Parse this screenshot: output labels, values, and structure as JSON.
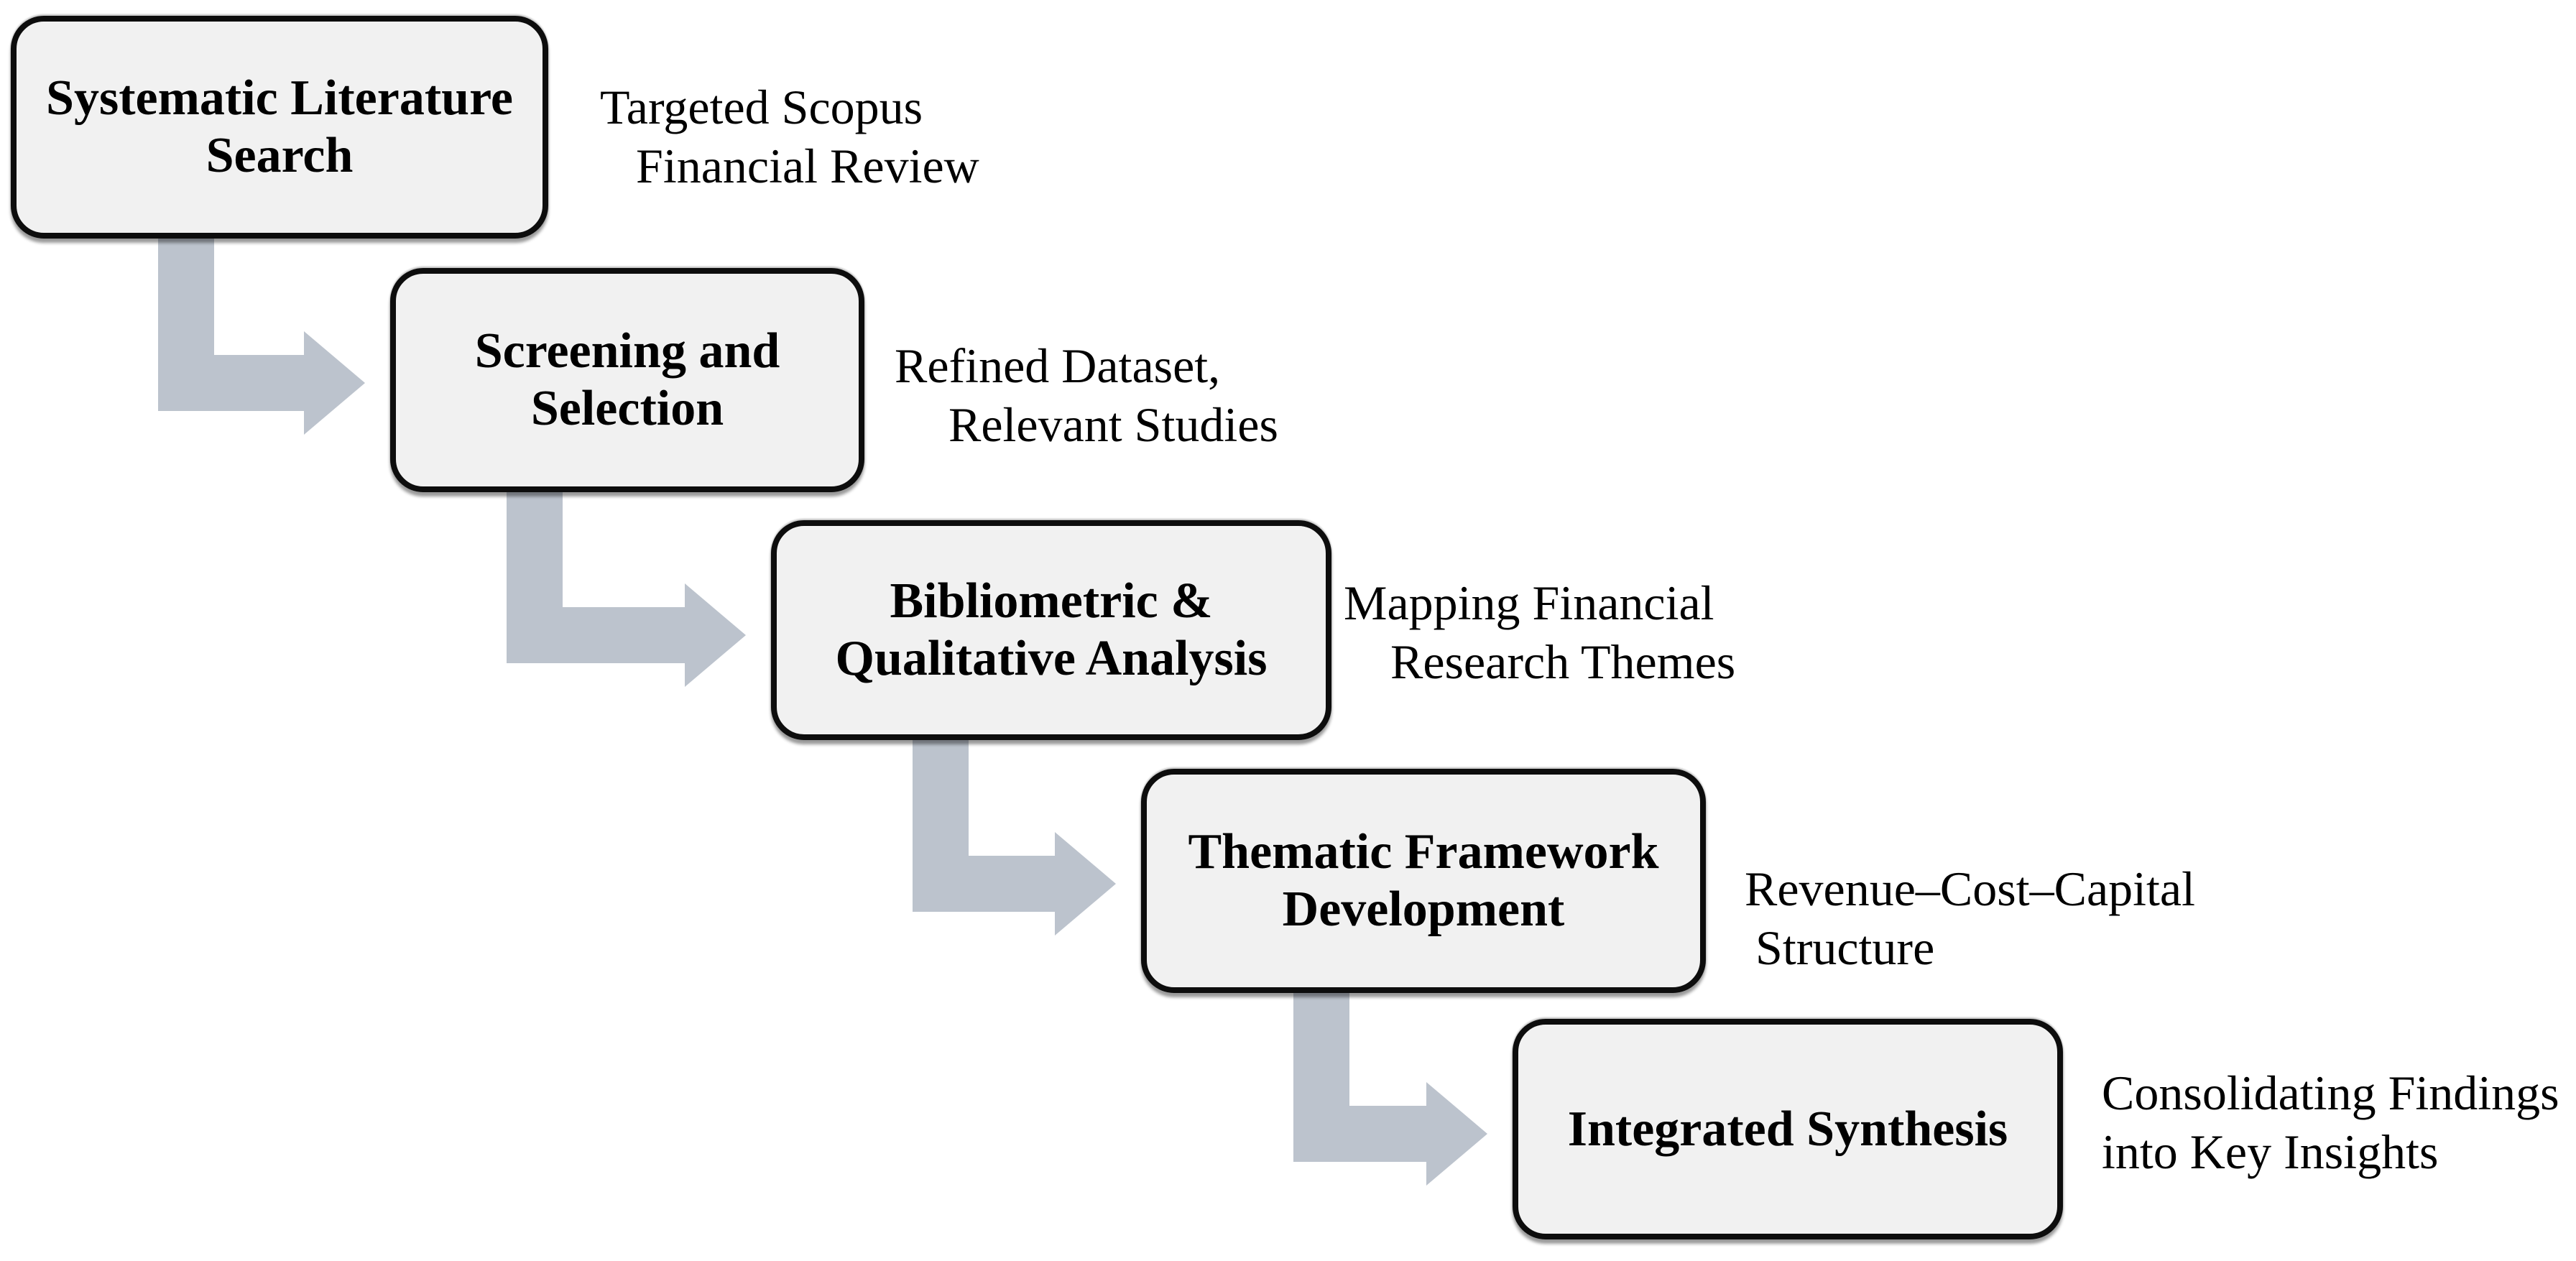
{
  "diagram_type": "staircase-process-flow",
  "colors": {
    "background": "#ffffff",
    "box_fill": "#f1f1f1",
    "box_border": "#0d0d0d",
    "arrow_fill": "#bcc3cd",
    "text": "#000000"
  },
  "steps": [
    {
      "title_lines": [
        "Systematic Literature",
        "Search"
      ],
      "annotation_lines": [
        "Targeted Scopus",
        "Financial Review"
      ]
    },
    {
      "title_lines": [
        "Screening and",
        "Selection"
      ],
      "annotation_lines": [
        "Refined Dataset,",
        "Relevant Studies"
      ]
    },
    {
      "title_lines": [
        "Bibliometric &",
        "Qualitative Analysis"
      ],
      "annotation_lines": [
        "Mapping Financial",
        "Research Themes"
      ]
    },
    {
      "title_lines": [
        "Thematic Framework",
        "Development"
      ],
      "annotation_lines": [
        "Revenue–Cost–Capital",
        "Structure"
      ]
    },
    {
      "title_lines": [
        "Integrated Synthesis"
      ],
      "annotation_lines": [
        "Consolidating Findings",
        "into Key Insights"
      ]
    }
  ]
}
